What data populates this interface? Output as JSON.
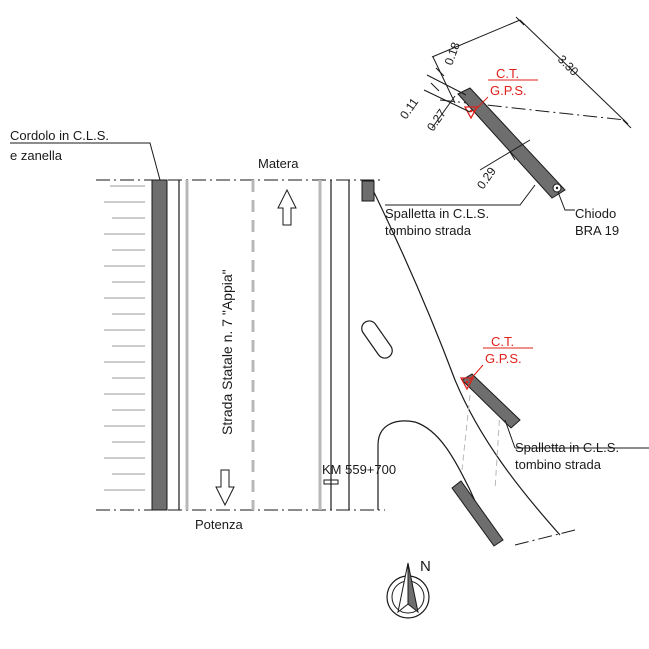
{
  "labels": {
    "cordolo_line1": "Cordolo in C.L.S.",
    "cordolo_line2": "e zanella",
    "matera": "Matera",
    "potenza": "Potenza",
    "road_name": "Strada Statale n. 7 \"Appia\"",
    "km_marker": "KM 559+700",
    "spalletta1_line1": "Spalletta in C.L.S.",
    "spalletta1_line2": "tombino strada",
    "spalletta2_line1": "Spalletta in C.L.S.",
    "spalletta2_line2": "tombino strada",
    "chiodo_line1": "Chiodo",
    "chiodo_line2": "BRA 19",
    "ct1_line1": "C.T.",
    "ct1_line2": "G.P.S.",
    "ct2_line1": "C.T.",
    "ct2_line2": "G.P.S.",
    "north": "N"
  },
  "dimensions": {
    "d018": "0.18",
    "d011": "0.11",
    "d027": "0.27",
    "d330": "3.30",
    "d029": "0.29"
  },
  "colors": {
    "ink": "#1a1a1a",
    "gray_fill": "#6e6e6e",
    "light_gray": "#b8b8b8",
    "survey_red": "#e0201a"
  }
}
